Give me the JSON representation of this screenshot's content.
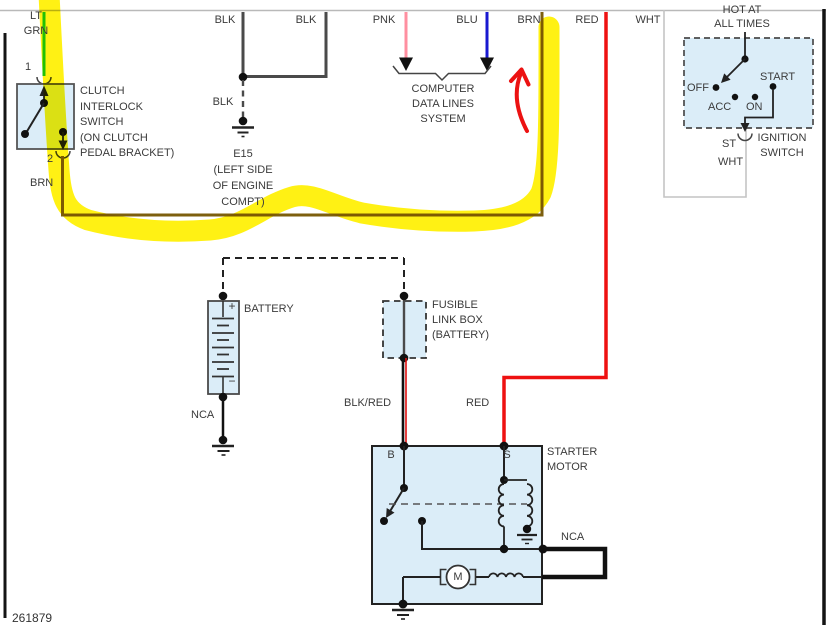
{
  "diagram_type": "automotive starting system wiring diagram",
  "labels": {
    "lt_grn": "LT\nGRN",
    "pin1": "1",
    "clutch_switch": "CLUTCH\nINTERLOCK\nSWITCH\n(ON CLUTCH\nPEDAL BRACKET)",
    "pin2": "2",
    "brn_left": "BRN",
    "blk_wire1": "BLK",
    "blk_wire2": "BLK",
    "blk_ground": "BLK",
    "e15_ground": "E15\n(LEFT SIDE\nOF ENGINE\nCOMPT)",
    "pnk": "PNK",
    "blu": "BLU",
    "computer_data": "COMPUTER\nDATA LINES\nSYSTEM",
    "brn_top": "BRN",
    "red_top": "RED",
    "wht_top": "WHT",
    "hot_at_all_times": "HOT AT\nALL TIMES",
    "ign_off": "OFF",
    "ign_acc": "ACC",
    "ign_on": "ON",
    "ign_start": "START",
    "ign_st": "ST",
    "ignition_switch": "IGNITION\nSWITCH",
    "ign_wht": "WHT",
    "battery": "BATTERY",
    "battery_plus": "+",
    "battery_minus": "−",
    "nca_battery": "NCA",
    "fusible_link": "FUSIBLE\nLINK BOX\n(BATTERY)",
    "blk_red": "BLK/RED",
    "red_mid": "RED",
    "starter_motor": "STARTER\nMOTOR",
    "terminal_b": "B",
    "terminal_s": "S",
    "nca_starter": "NCA",
    "motor_m": "M",
    "ref_number": "261879"
  },
  "colors": {
    "highlighter": "#fff000",
    "annotation_arrow": "#ec1212",
    "wire_green": "#21cc21",
    "wire_gray": "#4a4a4a",
    "wire_pink": "#ff8fa0",
    "wire_blue": "#1818d0",
    "wire_brown": "#7d5f0e",
    "wire_red": "#ee1111",
    "wire_black": "#111111",
    "component_fill": "#dbedf8"
  }
}
